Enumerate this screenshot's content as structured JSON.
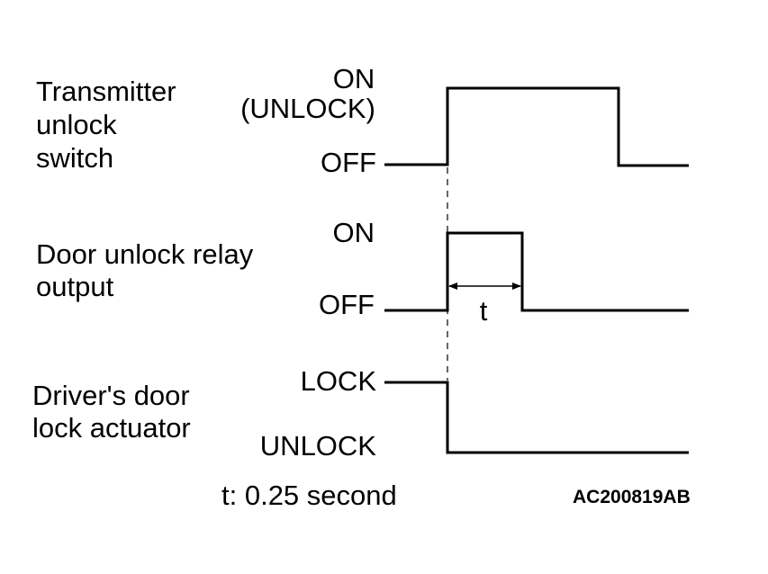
{
  "signals": {
    "transmitter": {
      "name_lines": [
        "Transmitter",
        "unlock",
        "switch"
      ],
      "high_label_lines": [
        "ON",
        "(UNLOCK)"
      ],
      "low_label": "OFF"
    },
    "relay": {
      "name_lines": [
        "Door unlock relay",
        "output"
      ],
      "high_label": "ON",
      "low_label": "OFF"
    },
    "actuator": {
      "name_lines": [
        "Driver's door",
        "lock actuator"
      ],
      "high_label": "LOCK",
      "low_label": "UNLOCK"
    }
  },
  "pulse_marker": "t",
  "footnote": "t: 0.25 second",
  "figure_code": "AC200819AB",
  "pulse_duration_seconds": 0.25
}
